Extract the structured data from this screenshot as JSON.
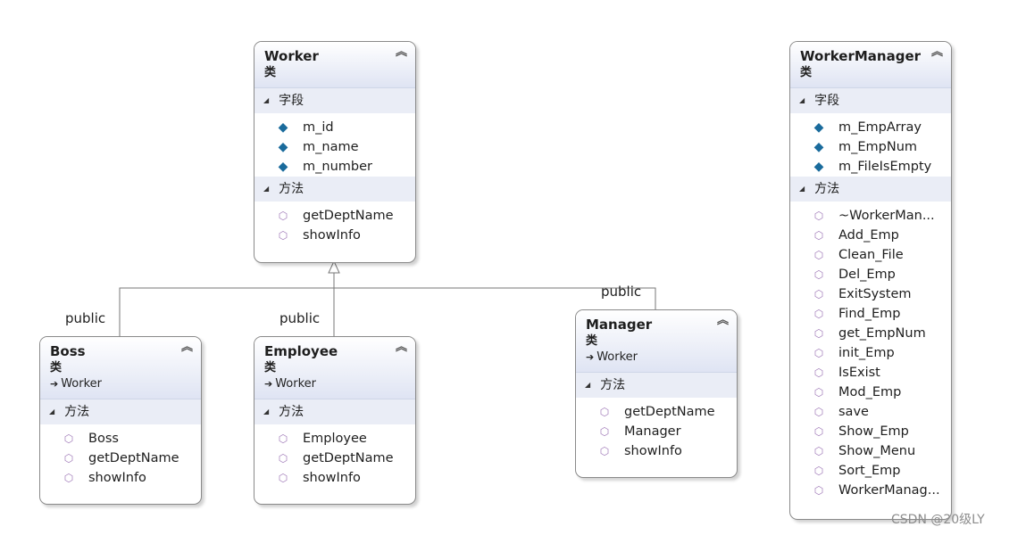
{
  "classes": {
    "worker": {
      "name": "Worker",
      "kind": "类",
      "fields_label": "字段",
      "fields": [
        "m_id",
        "m_name",
        "m_number"
      ],
      "methods_label": "方法",
      "methods": [
        "getDeptName",
        "showInfo"
      ]
    },
    "boss": {
      "name": "Boss",
      "kind": "类",
      "base": "Worker",
      "methods_label": "方法",
      "methods": [
        "Boss",
        "getDeptName",
        "showInfo"
      ]
    },
    "employee": {
      "name": "Employee",
      "kind": "类",
      "base": "Worker",
      "methods_label": "方法",
      "methods": [
        "Employee",
        "getDeptName",
        "showInfo"
      ]
    },
    "manager": {
      "name": "Manager",
      "kind": "类",
      "base": "Worker",
      "methods_label": "方法",
      "methods": [
        "getDeptName",
        "Manager",
        "showInfo"
      ]
    },
    "worker_manager": {
      "name": "WorkerManager",
      "kind": "类",
      "fields_label": "字段",
      "fields": [
        "m_EmpArray",
        "m_EmpNum",
        "m_FileIsEmpty"
      ],
      "methods_label": "方法",
      "methods": [
        "~WorkerMan...",
        "Add_Emp",
        "Clean_File",
        "Del_Emp",
        "ExitSystem",
        "Find_Emp",
        "get_EmpNum",
        "init_Emp",
        "IsExist",
        "Mod_Emp",
        "save",
        "Show_Emp",
        "Show_Menu",
        "Sort_Emp",
        "WorkerManag..."
      ]
    }
  },
  "inheritance_labels": {
    "boss": "public",
    "employee": "public",
    "manager": "public"
  },
  "watermark": "CSDN @20级LY",
  "colors": {
    "header_gradient_end": "#dfe4f3",
    "section_bg": "#eaedf6",
    "field_icon": "#1a6b9c",
    "method_icon": "#a07ab8",
    "border": "#8a8a8a"
  },
  "icons": {
    "collapse": "double-chevron-up-icon",
    "field": "field-icon",
    "method": "method-icon",
    "section_toggle": "triangle-expanded-icon",
    "base_arrow": "inherit-arrow-icon"
  }
}
